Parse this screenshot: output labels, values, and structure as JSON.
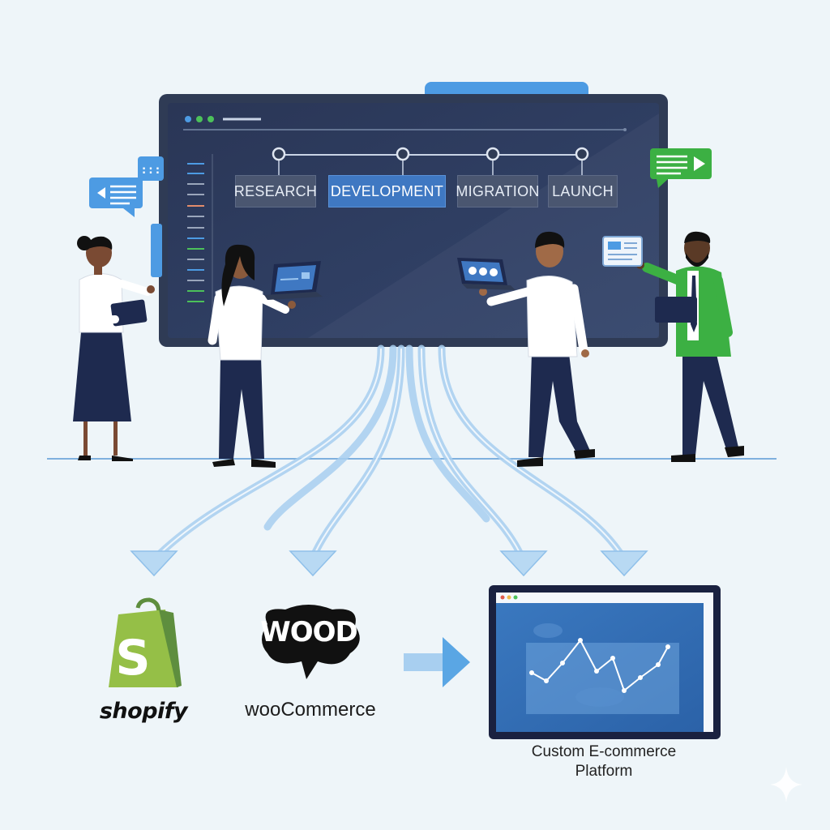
{
  "workflow": {
    "steps": [
      {
        "label": "RESEARCH",
        "active": false
      },
      {
        "label": "DEVELOPMENT",
        "active": true
      },
      {
        "label": "MIGRATION",
        "active": false
      },
      {
        "label": "LAUNCH",
        "active": false
      }
    ]
  },
  "platforms": {
    "shopify": {
      "logo_letter": "S",
      "label": "shopify"
    },
    "woocommerce": {
      "logo_text": "WOOD",
      "label": "wooCommerce"
    }
  },
  "target": {
    "label_line1": "Custom E-commerce",
    "label_line2": "Platform"
  },
  "colors": {
    "background": "#eef5f9",
    "screen": "#2c3a5c",
    "active_step": "#3f78c2",
    "flow_arrows": "#9ec9ee",
    "shopify_green": "#95bf47",
    "accent_green": "#3cb043"
  },
  "icons": [
    "chat-bubble-icon",
    "laptop-icon",
    "tablet-icon",
    "document-icon",
    "shopify-bag-icon",
    "woo-speech-bubble-icon",
    "arrow-right-icon",
    "sparkle-icon"
  ]
}
